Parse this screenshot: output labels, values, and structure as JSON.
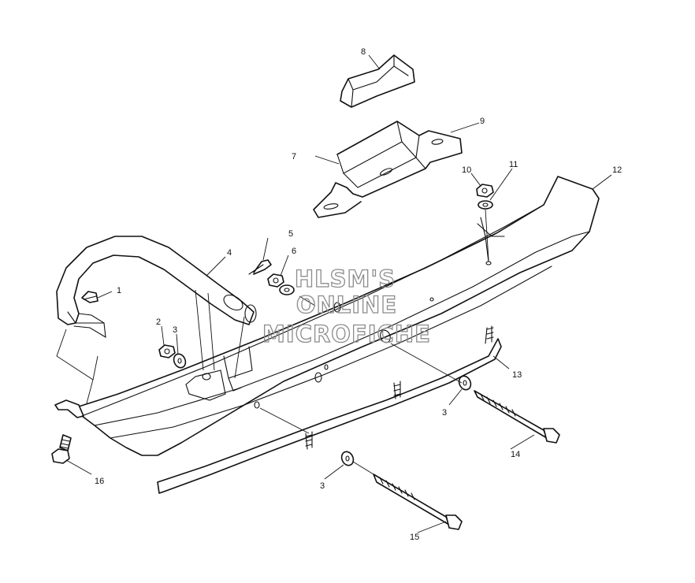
{
  "callouts": {
    "c1": "1",
    "c2": "2",
    "c3a": "3",
    "c3b": "3",
    "c3c": "3",
    "c4": "4",
    "c5": "5",
    "c6": "6",
    "c7": "7",
    "c8": "8",
    "c9": "9",
    "c10": "10",
    "c11": "11",
    "c12": "12",
    "c13": "13",
    "c14": "14",
    "c15": "15",
    "c16": "16"
  },
  "watermark": {
    "line1": "HLSM'S",
    "line2": "ONLINE",
    "line3": "MICROFICHE"
  },
  "colors": {
    "line": "#111111",
    "watermark": "#8c8c8c",
    "background": "#ffffff"
  }
}
